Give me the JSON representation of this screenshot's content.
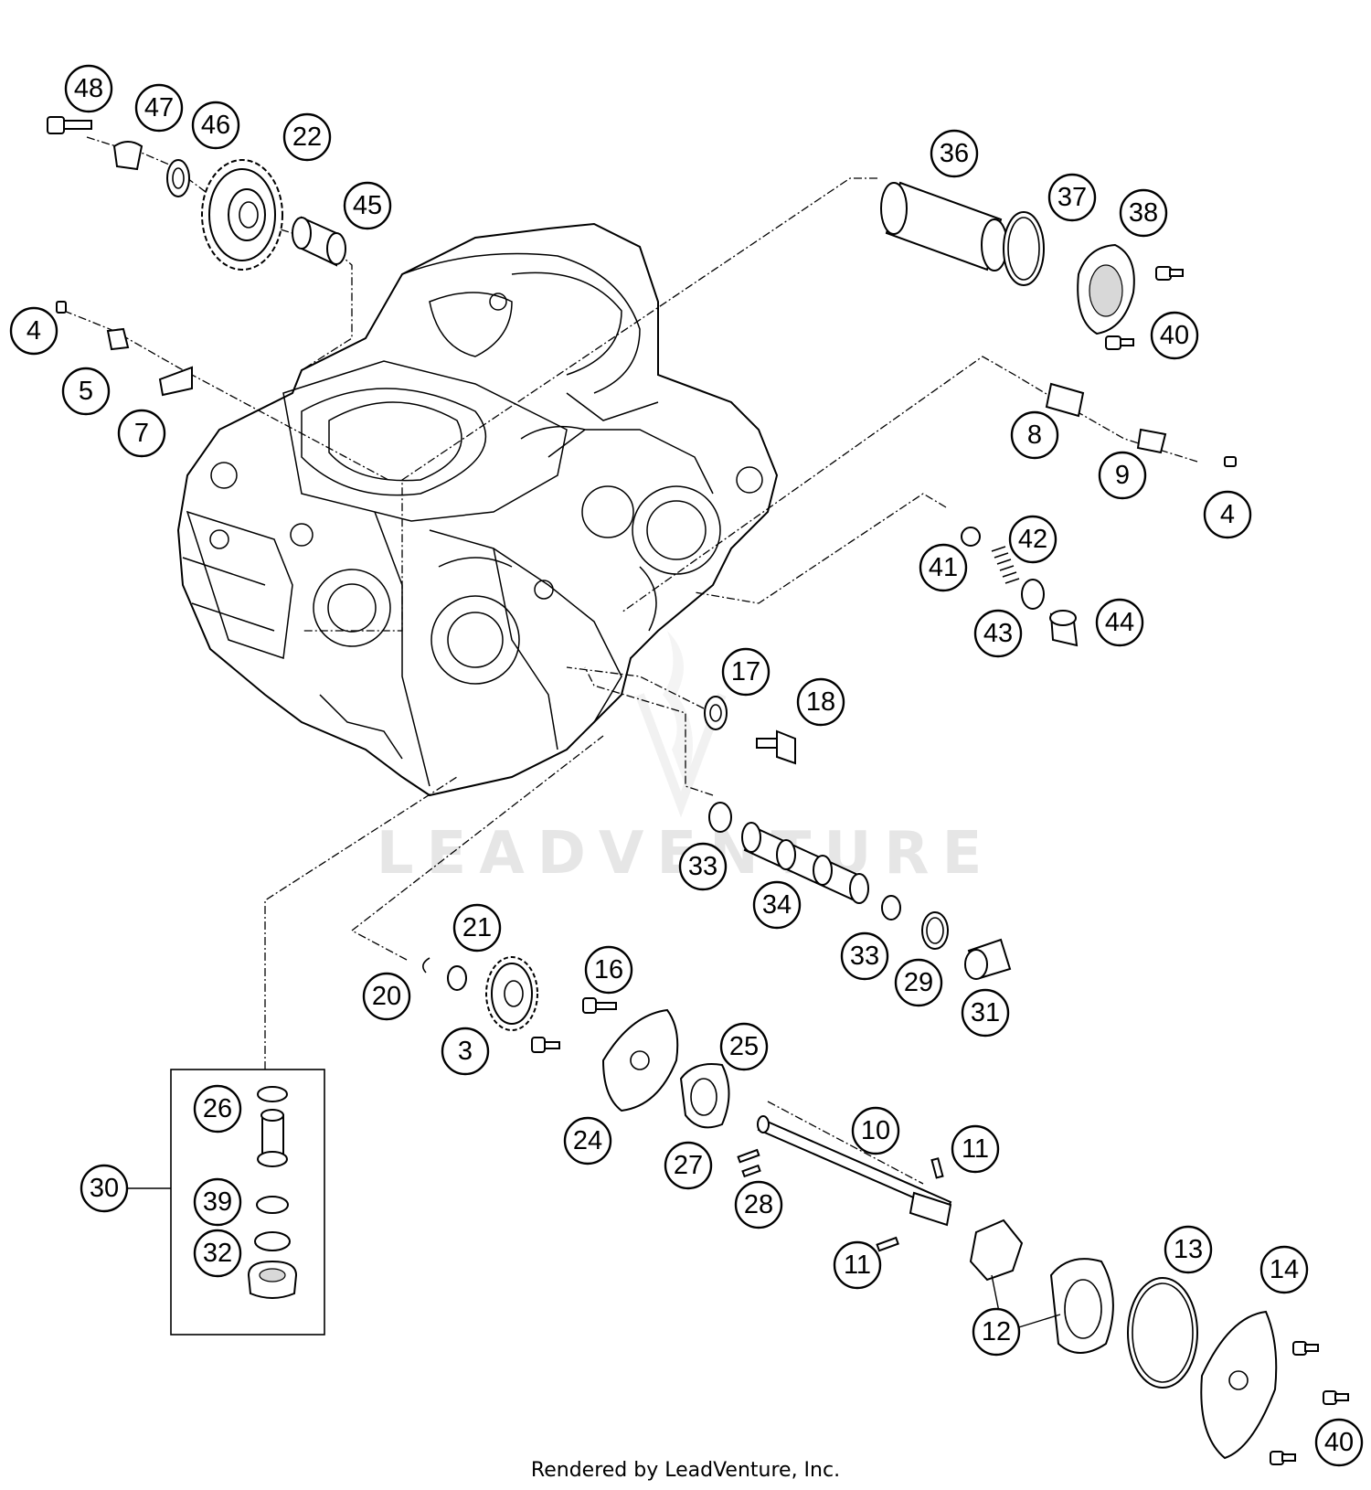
{
  "watermark": "LEADVENTURE",
  "footer": "Rendered by LeadVenture, Inc.",
  "callouts": [
    "48",
    "47",
    "46",
    "22",
    "45",
    "4",
    "5",
    "7",
    "36",
    "37",
    "38",
    "40",
    "8",
    "9",
    "4",
    "41",
    "42",
    "43",
    "44",
    "17",
    "18",
    "33",
    "34",
    "33",
    "29",
    "31",
    "21",
    "20",
    "3",
    "16",
    "25",
    "24",
    "10",
    "11",
    "27",
    "28",
    "11",
    "12",
    "13",
    "14",
    "40",
    "30",
    "26",
    "39",
    "32"
  ]
}
